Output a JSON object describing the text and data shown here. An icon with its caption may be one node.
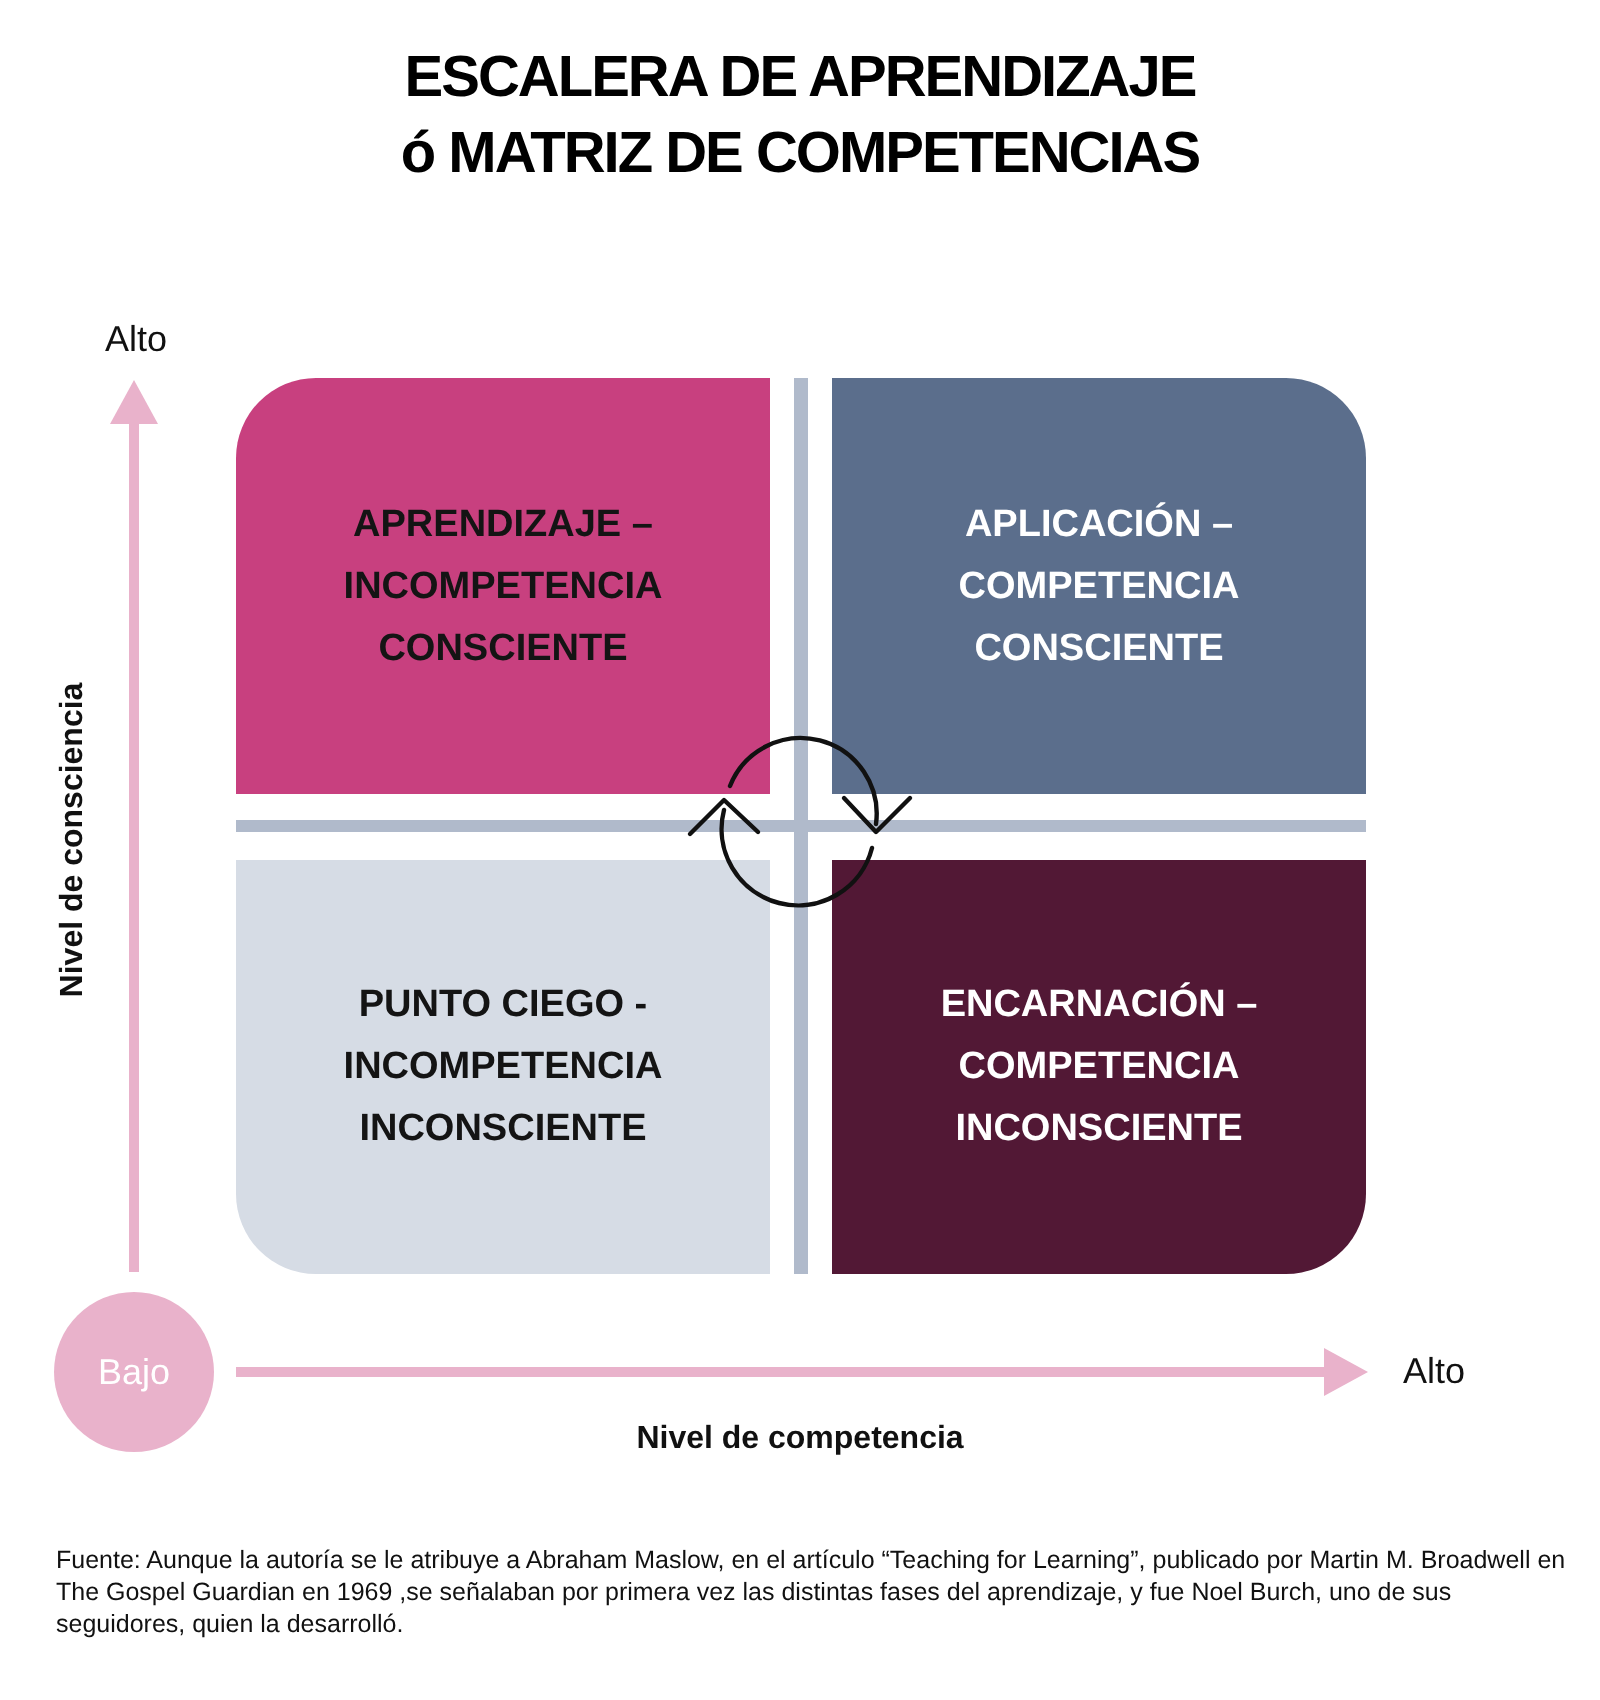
{
  "diagram": {
    "title": "ESCALERA DE APRENDIZAJE ó MATRIZ DE COMPETENCIAS",
    "nodes": [
      {
        "text": [
          "APRENDIZAJE – INCOMPETENCIA CONSCIENTE"
        ]
      },
      {
        "text": [
          "APLICACIÓN – COMPETENCIA CONSCIENTE"
        ]
      },
      {
        "text": [
          "PUNTO CIEGO - INCOMPETENCIA INCONSCIENTE"
        ]
      },
      {
        "text": [
          "ENCARNACIÓN – COMPETENCIA INCONSCIENTE"
        ]
      },
      {
        "text": [
          "Bajo"
        ]
      }
    ],
    "labels": [
      "Alto",
      "Nivel de consciencia",
      "Alto",
      "Nivel de competencia"
    ],
    "caption": "Fuente: Aunque la autoría se le atribuye a Abraham Maslow, en el artículo “Teaching for Learning”, publicado por Martin M. Broadwell en The Gospel Guardian en 1969 ,se señalaban por primera vez las distintas fases del aprendizaje, y fue Noel Burch, uno de sus seguidores, quien la desarrolló."
  }
}
